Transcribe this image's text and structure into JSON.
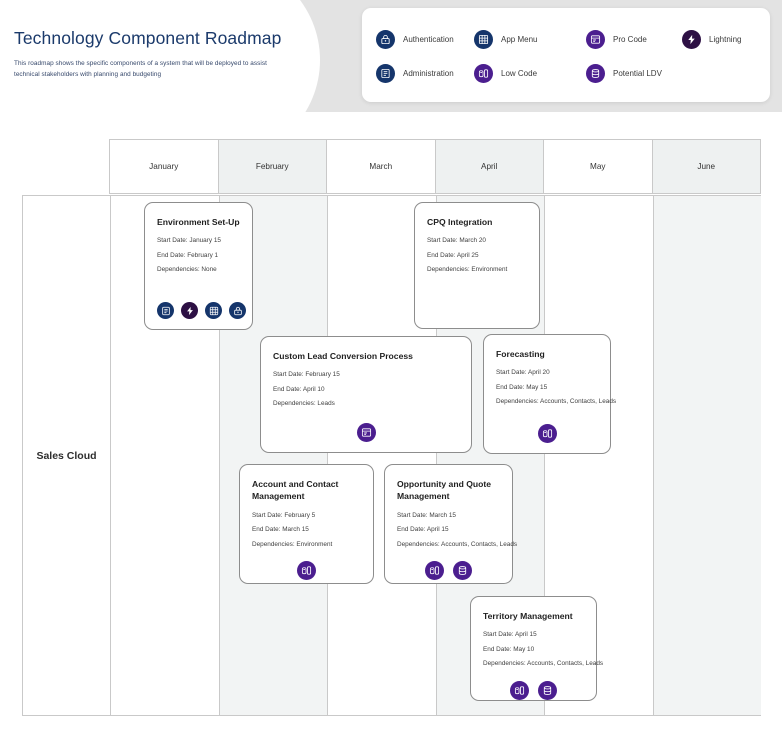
{
  "header": {
    "title": "Technology Component Roadmap",
    "subtitle": "This  roadmap shows the specific components of a system that will be deployed to assist technical stakeholders with planning and budgeting"
  },
  "legend": {
    "items": [
      {
        "label": "Authentication",
        "icon": "authentication-icon",
        "color": "#15356b"
      },
      {
        "label": "App Menu",
        "icon": "app-menu-icon",
        "color": "#15356b"
      },
      {
        "label": "Pro Code",
        "icon": "pro-code-icon",
        "color": "#4b1e8f"
      },
      {
        "label": "Lightning",
        "icon": "lightning-icon",
        "color": "#2d1044"
      },
      {
        "label": "Administration",
        "icon": "administration-icon",
        "color": "#15356b"
      },
      {
        "label": "Low Code",
        "icon": "low-code-icon",
        "color": "#4b1e8f"
      },
      {
        "label": "Potential LDV",
        "icon": "potential-ldv-icon",
        "color": "#4b1e8f"
      }
    ]
  },
  "timeline": {
    "months": [
      "January",
      "February",
      "March",
      "April",
      "May",
      "June"
    ],
    "row_label": "Sales Cloud"
  },
  "cards": [
    {
      "title": "Environment Set-Up",
      "start_label": "Start Date: January 15",
      "end_label": "End Date:  February 1",
      "dependencies_label": "Dependencies: None",
      "icons": [
        "administration-icon",
        "lightning-icon",
        "app-menu-icon",
        "authentication-icon"
      ]
    },
    {
      "title": "CPQ Integration",
      "start_label": "Start Date: March 20",
      "end_label": "End Date: April 25",
      "dependencies_label": "Dependencies: Environment",
      "icons": []
    },
    {
      "title": "Custom Lead Conversion Process",
      "start_label": "Start Date: February 15",
      "end_label": "End Date:   April 10",
      "dependencies_label": "Dependencies: Leads",
      "icons": [
        "pro-code-icon"
      ]
    },
    {
      "title": "Forecasting",
      "start_label": "Start Date: April 20",
      "end_label": "End Date: May 15",
      "dependencies_label": "Dependencies: Accounts, Contacts, Leads",
      "icons": [
        "low-code-icon"
      ]
    },
    {
      "title": "Account and Contact Management",
      "start_label": "Start Date: February 5",
      "end_label": "End Date: March 15",
      "dependencies_label": "Dependencies:  Environment",
      "icons": [
        "low-code-icon"
      ]
    },
    {
      "title": "Opportunity and Quote Management",
      "start_label": "Start Date: March 15",
      "end_label": "End Date: April 15",
      "dependencies_label": "Dependencies: Accounts, Contacts, Leads",
      "icons": [
        "low-code-icon",
        "potential-ldv-icon"
      ]
    },
    {
      "title": "Territory Management",
      "start_label": "Start Date: April 15",
      "end_label": "End Date: May 10",
      "dependencies_label": "Dependencies: Accounts, Contacts, Leads",
      "icons": [
        "low-code-icon",
        "potential-ldv-icon"
      ]
    }
  ]
}
